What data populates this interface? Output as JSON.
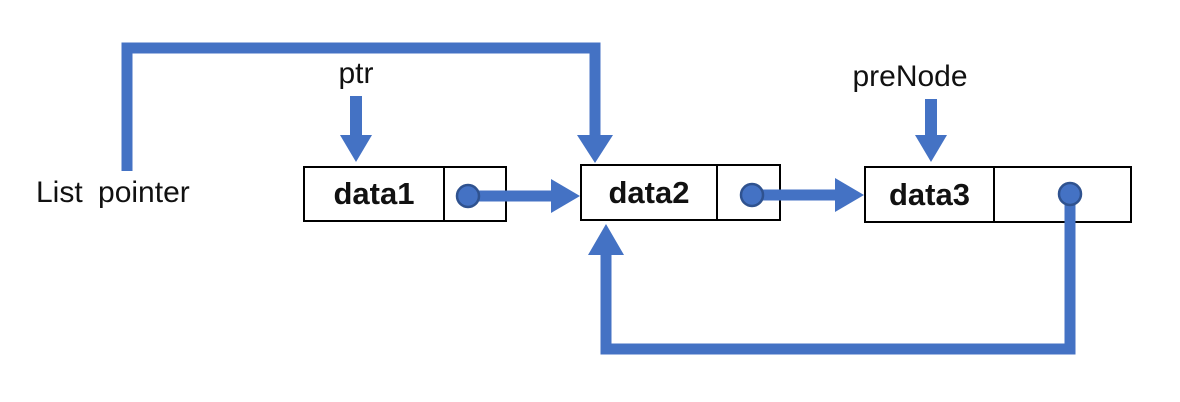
{
  "colors": {
    "arrow": "#4472C4",
    "dot_border": "#2F528F",
    "box_border": "#000000",
    "text": "#111111",
    "background": "#FFFFFF"
  },
  "labels": {
    "list_pointer": "List pointer",
    "ptr": "ptr",
    "pre_node": "preNode"
  },
  "nodes": [
    {
      "label": "data1"
    },
    {
      "label": "data2"
    },
    {
      "label": "data3"
    }
  ]
}
